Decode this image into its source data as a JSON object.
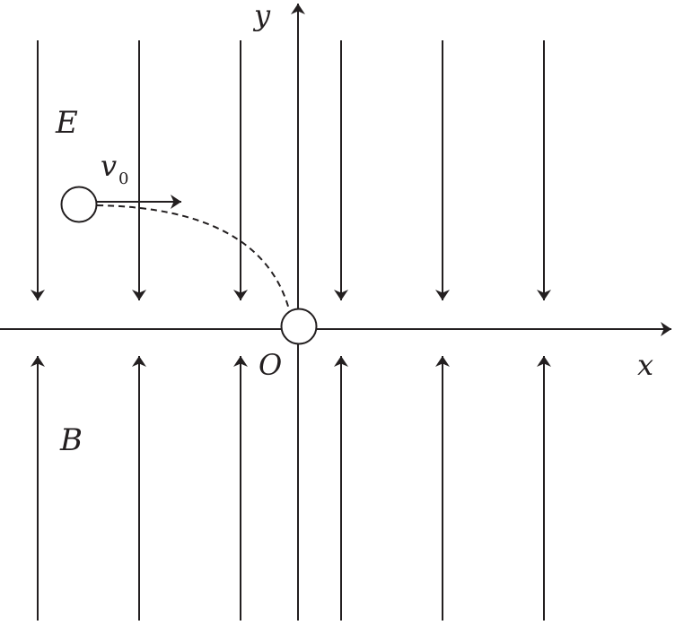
{
  "labels": {
    "y_axis": "y",
    "x_axis": "x",
    "origin": "O",
    "electric_field": "E",
    "magnetic_field": "B",
    "velocity": "v",
    "velocity_subscript": "0"
  },
  "colors": {
    "ink": "#231f20",
    "background": "#ffffff"
  }
}
